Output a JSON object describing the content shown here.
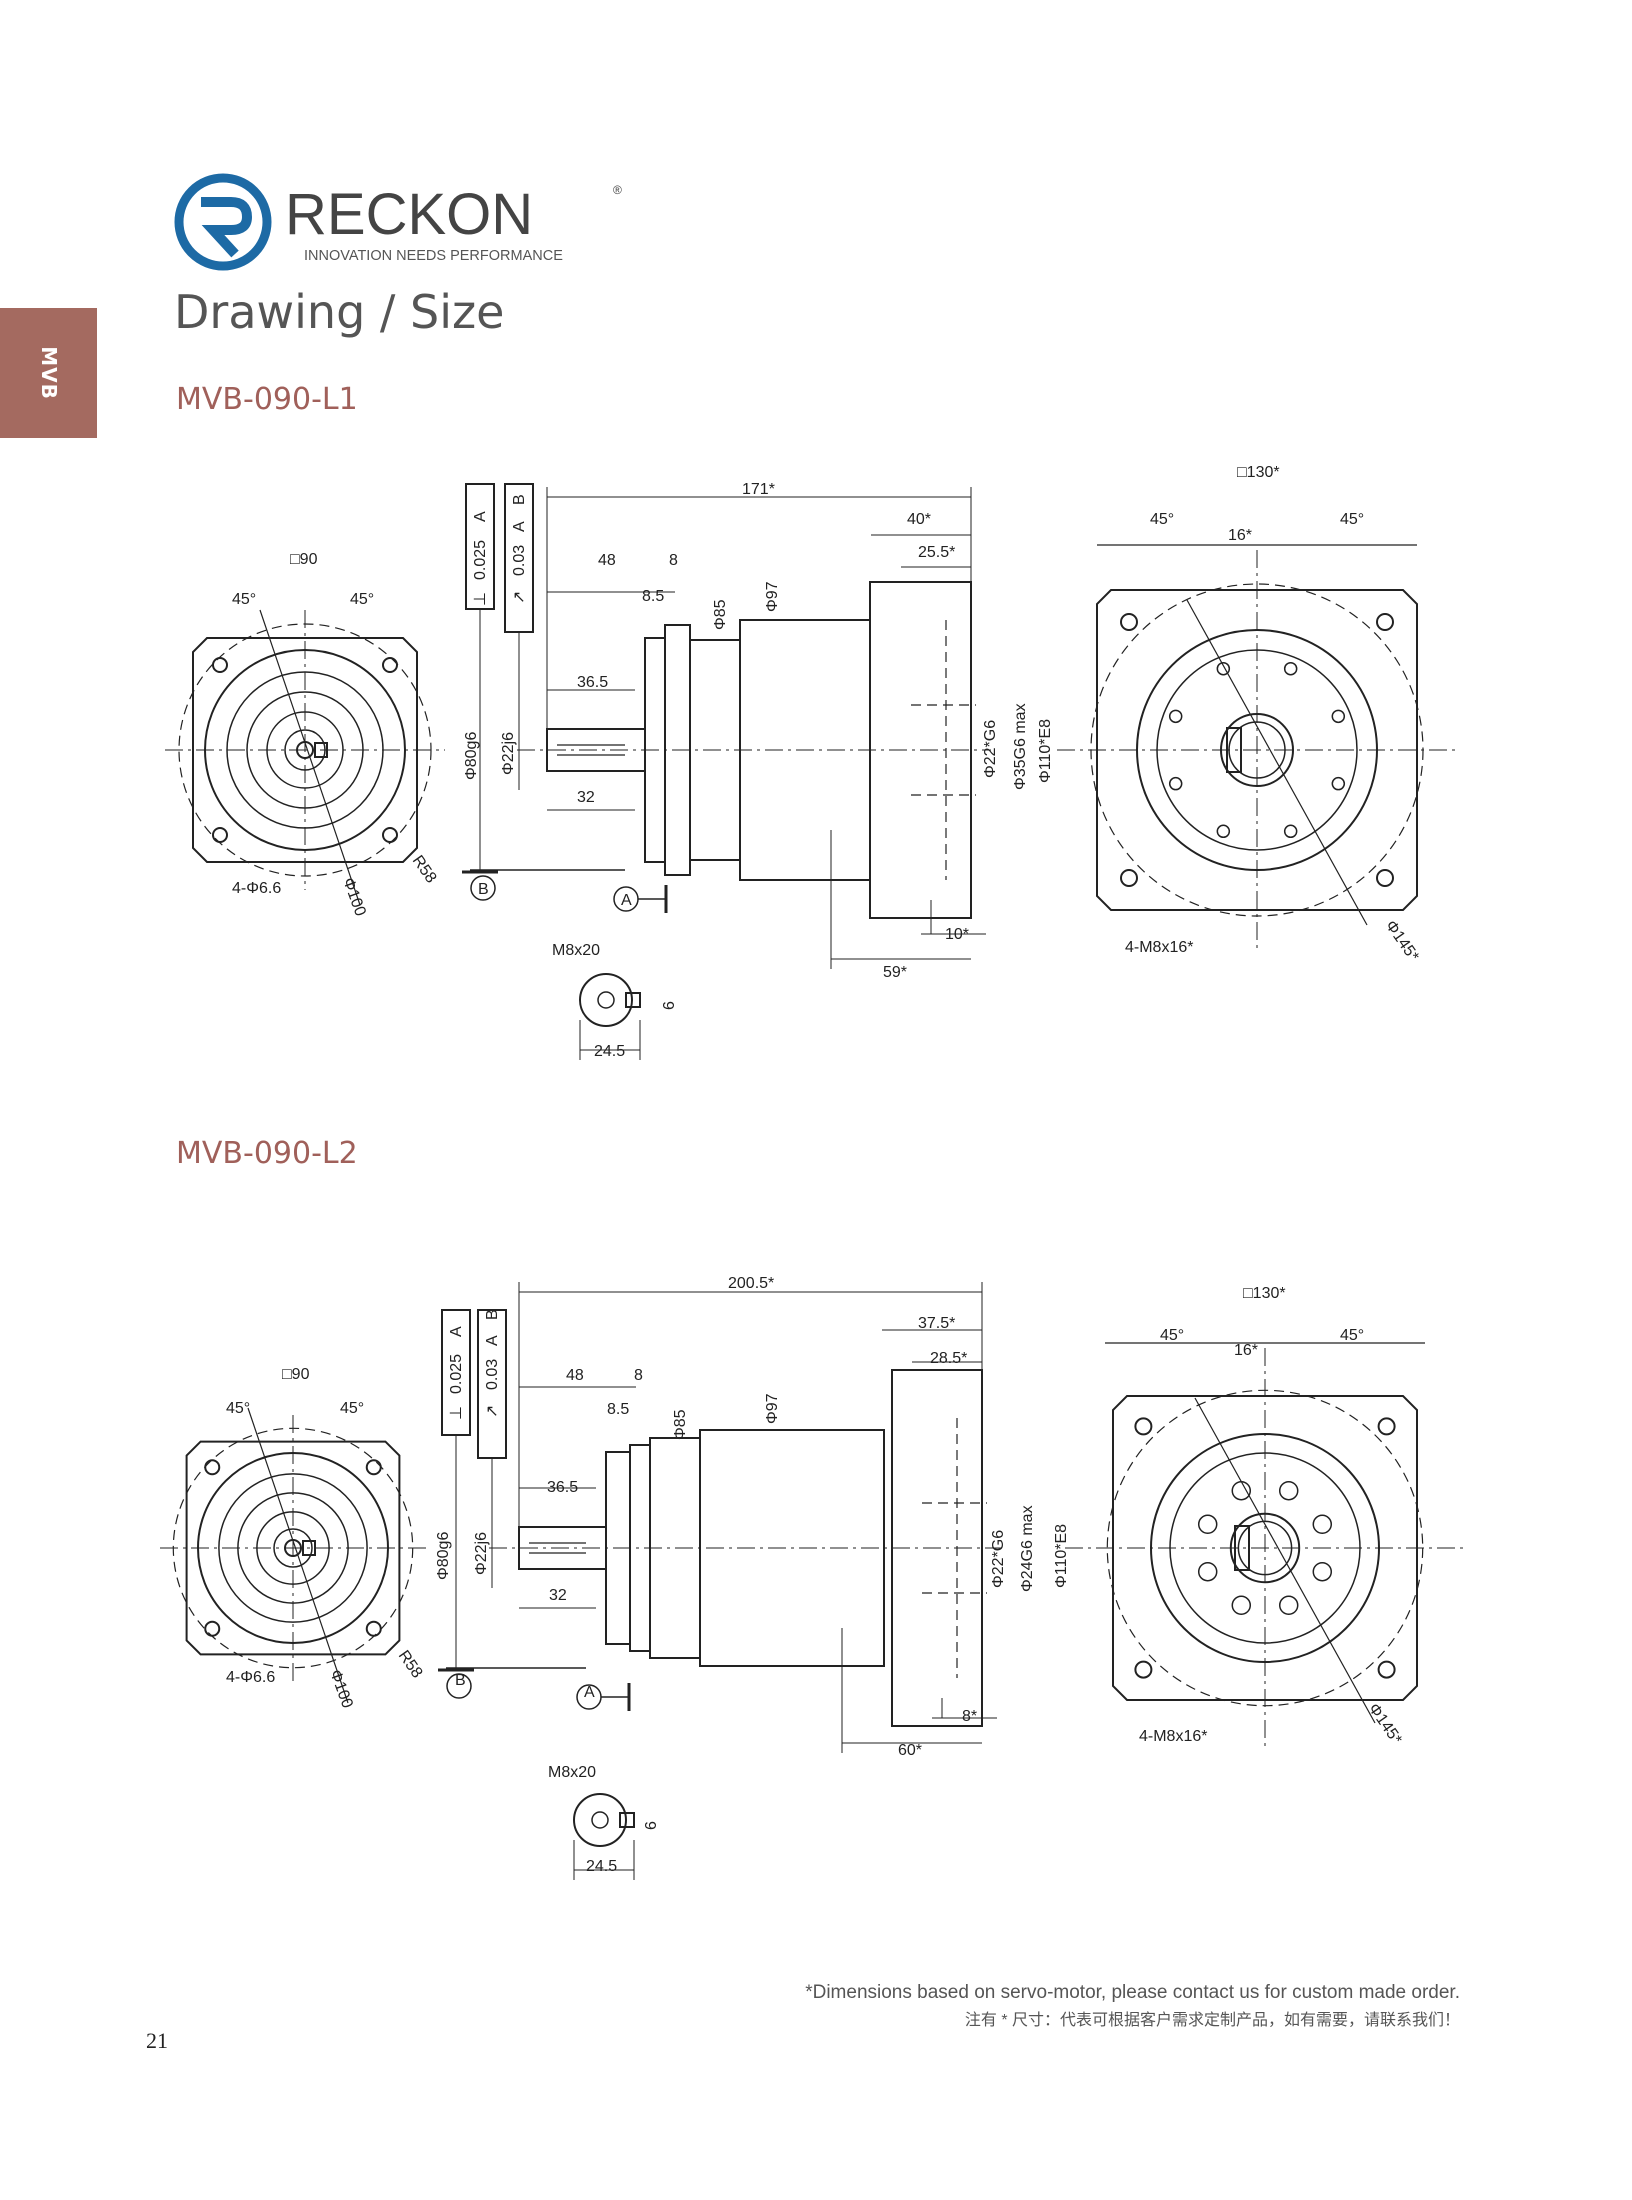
{
  "side_tab": "MVB",
  "logo": {
    "brand": "RECKON",
    "tagline": "INNOVATION NEEDS PERFORMANCE",
    "registered": "®"
  },
  "title": "Drawing / Size",
  "drawings": [
    {
      "model": "MVB-090-L1",
      "front": {
        "square": "□90",
        "angle_l": "45°",
        "angle_r": "45°",
        "holes": "4-Φ6.6",
        "pcd": "Φ100",
        "radius": "R58"
      },
      "side": {
        "od_pilot": "Φ80g6",
        "shaft": "Φ22j6",
        "tol1": [
          "⊥",
          "0.025",
          "A"
        ],
        "tol2": [
          "↗",
          "0.03",
          "A",
          "B"
        ],
        "total": "171*",
        "d40": "40*",
        "d25": "25.5*",
        "d48": "48",
        "d8": "8",
        "d85": "8.5",
        "dia85": "Φ85",
        "dia97": "Φ97",
        "d365": "36.5",
        "d32": "32",
        "bore": "Φ22*G6",
        "bore2": "Φ35G6 max",
        "pilot2": "Φ110*E8",
        "d10": "10*",
        "d59": "59*",
        "datum_b": "B",
        "datum_a": "A"
      },
      "key": {
        "thread": "M8x20",
        "width": "6",
        "height": "24.5"
      },
      "rear": {
        "square": "□130*",
        "angle_l": "45°",
        "angle_r": "45°",
        "key": "16*",
        "holes": "4-M8x16*",
        "pcd": "Φ145*"
      }
    },
    {
      "model": "MVB-090-L2",
      "front": {
        "square": "□90",
        "angle_l": "45°",
        "angle_r": "45°",
        "holes": "4-Φ6.6",
        "pcd": "Φ100",
        "radius": "R58"
      },
      "side": {
        "od_pilot": "Φ80g6",
        "shaft": "Φ22j6",
        "tol1": [
          "⊥",
          "0.025",
          "A"
        ],
        "tol2": [
          "↗",
          "0.03",
          "A",
          "B"
        ],
        "total": "200.5*",
        "d40": "37.5*",
        "d25": "28.5*",
        "d48": "48",
        "d8": "8",
        "d85": "8.5",
        "dia85": "Φ85",
        "dia97": "Φ97",
        "d365": "36.5",
        "d32": "32",
        "bore": "Φ22*G6",
        "bore2": "Φ24G6 max",
        "pilot2": "Φ110*E8",
        "d10": "8*",
        "d59": "60*",
        "datum_b": "B",
        "datum_a": "A"
      },
      "key": {
        "thread": "M8x20",
        "width": "6",
        "height": "24.5"
      },
      "rear": {
        "square": "□130*",
        "angle_l": "45°",
        "angle_r": "45°",
        "key": "16*",
        "holes": "4-M8x16*",
        "pcd": "Φ145*"
      }
    }
  ],
  "footnote_en": "*Dimensions based on servo-motor,  please contact us for custom made order.",
  "footnote_cn": "注有 * 尺寸：代表可根据客户需求定制产品，如有需要，请联系我们！",
  "page_number": "21",
  "colors": {
    "tab": "#a46a60",
    "brand_blue": "#1d6aa5",
    "brand_gray": "#444444",
    "model": "#a0605a"
  }
}
